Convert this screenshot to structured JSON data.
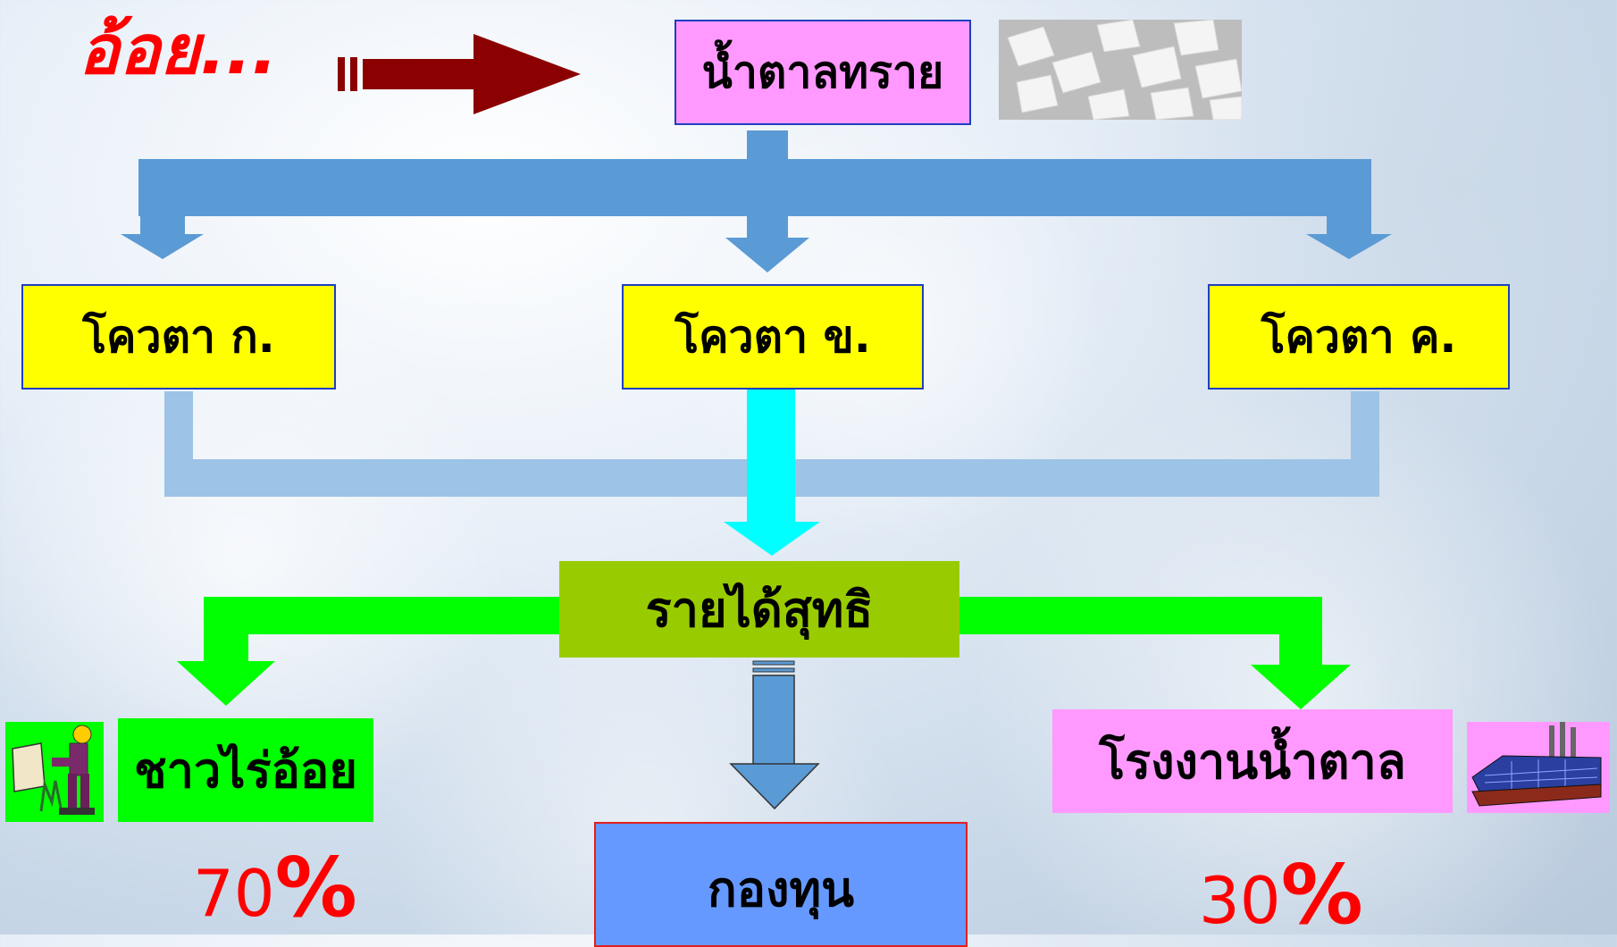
{
  "title": "อ้อย...",
  "top_box": "น้ำตาลทราย",
  "quotas": [
    "โควตา ก.",
    "โควตา ข.",
    "โควตา ค."
  ],
  "net_income": "รายได้สุทธิ",
  "farmers": "ชาวไร่อ้อย",
  "factory": "โรงงานน้ำตาล",
  "fund": "กองทุน",
  "farmers_share": {
    "number": "70",
    "symbol": "%"
  },
  "factory_share": {
    "number": "30",
    "symbol": "%"
  },
  "images": [
    "sugar-crystals-image",
    "farmer-clipart",
    "factory-clipart"
  ],
  "colors": {
    "title_red": "#ff0000",
    "dark_arrow": "#8b0000",
    "sugar_box": "#ff99ff",
    "quota_box": "#ffff00",
    "net_income_box": "#99cc00",
    "farmers_box": "#00ff00",
    "factory_box": "#ff99ff",
    "fund_box": "#6699ff",
    "blue_arrows": "#5b9bd5",
    "light_blue_connector": "#9dc3e6",
    "cyan_arrow": "#00ffff",
    "green_arrows": "#00ff00"
  }
}
